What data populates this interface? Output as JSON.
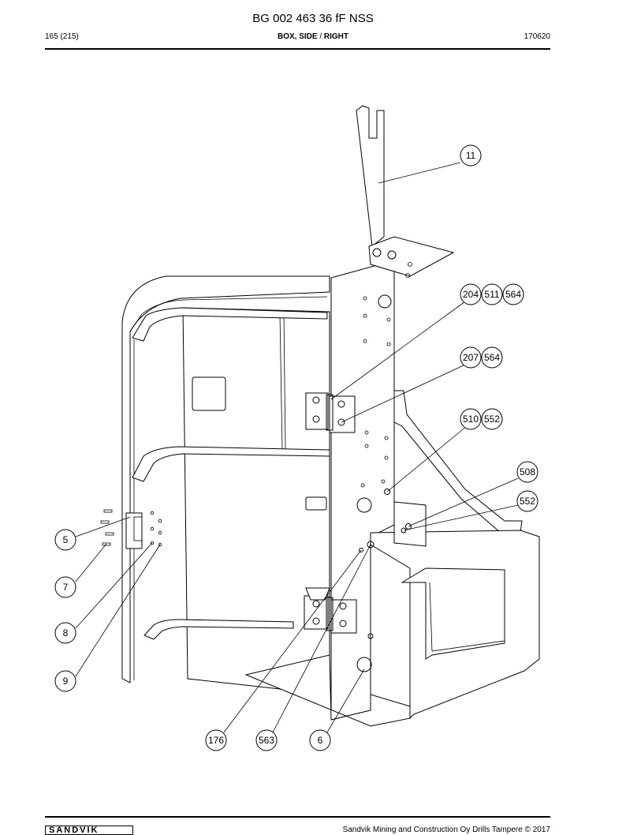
{
  "header": {
    "document_title": "BG 002 463 36 fF NSS",
    "page_number": "165 (215)",
    "section_title_main": "BOX, SIDE",
    "section_title_sep": " / ",
    "section_title_side": "RIGHT",
    "date_code": "170620"
  },
  "callouts": [
    {
      "label": "11"
    },
    {
      "label": "204"
    },
    {
      "label": "511"
    },
    {
      "label": "564"
    },
    {
      "label": "207"
    },
    {
      "label": "564"
    },
    {
      "label": "510"
    },
    {
      "label": "552"
    },
    {
      "label": "508"
    },
    {
      "label": "552"
    },
    {
      "label": "5"
    },
    {
      "label": "7"
    },
    {
      "label": "8"
    },
    {
      "label": "9"
    },
    {
      "label": "176"
    },
    {
      "label": "563"
    },
    {
      "label": "6"
    }
  ],
  "footer": {
    "copyright": "Sandvik Mining and Construction Oy Drills Tampere © 2017",
    "logo_text": "SANDVIK"
  }
}
